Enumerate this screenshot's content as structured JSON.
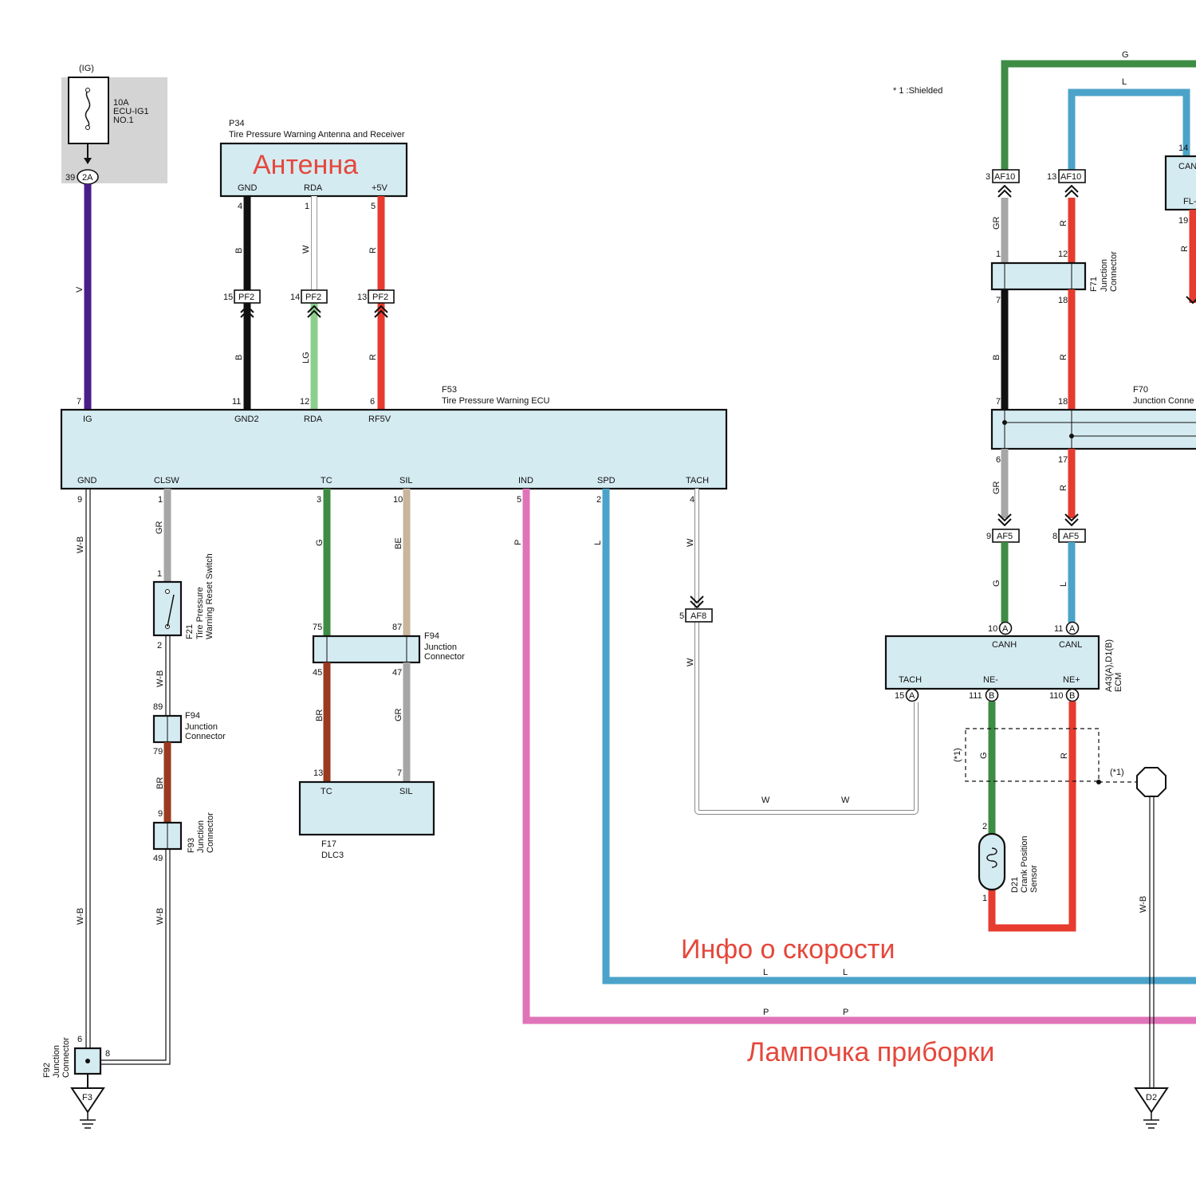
{
  "note": "* 1 :Shielded",
  "annotations": {
    "antenna": "Антенна",
    "speed_info": "Инфо о скорости",
    "dash_lamp": "Лампочка приборки"
  },
  "fuse": {
    "top": "(IG)",
    "amp": "10A",
    "name": "ECU-IG1",
    "num": "NO.1",
    "pin": "39",
    "conn": "2A"
  },
  "p34": {
    "id": "P34",
    "name": "Tire Pressure Warning Antenna and Receiver",
    "pins": [
      "GND",
      "RDA",
      "+5V"
    ],
    "pin_nums": [
      "4",
      "1",
      "5"
    ]
  },
  "pf2": {
    "label": "PF2",
    "nums": [
      "15",
      "14",
      "13"
    ]
  },
  "f53": {
    "id": "F53",
    "name": "Tire Pressure Warning ECU",
    "top_pins": [
      "IG",
      "GND2",
      "RDA",
      "RF5V"
    ],
    "top_nums": [
      "7",
      "11",
      "12",
      "6"
    ],
    "bottom_pins": [
      "GND",
      "CLSW",
      "TC",
      "SIL",
      "IND",
      "SPD",
      "TACH"
    ],
    "bottom_nums": [
      "9",
      "1",
      "3",
      "10",
      "5",
      "2",
      "4"
    ]
  },
  "f21": {
    "id": "F21",
    "name1": "Tire Pressure",
    "name2": "Warning Reset Switch",
    "pin1": "1",
    "pin2": "2"
  },
  "f94a": {
    "id": "F94",
    "name1": "Junction",
    "name2": "Connector",
    "top": "89",
    "bottom": "79"
  },
  "f93": {
    "id": "F93",
    "name1": "Junction",
    "name2": "Connector",
    "top": "9",
    "bottom": "49"
  },
  "f92": {
    "id": "F92",
    "name1": "Junction",
    "name2": "Connector",
    "top": "6",
    "right": "8"
  },
  "ground1": "F3",
  "ground2": "D2",
  "f94b": {
    "id": "F94",
    "name1": "Junction",
    "name2": "Connector",
    "nums": [
      "75",
      "87",
      "45",
      "47"
    ]
  },
  "f17": {
    "id": "F17",
    "name": "DLC3",
    "pins": [
      "TC",
      "SIL"
    ],
    "nums": [
      "13",
      "7"
    ]
  },
  "af8": {
    "label": "AF8",
    "num": "5"
  },
  "af10": {
    "label": "AF10",
    "nums": [
      "3",
      "13"
    ]
  },
  "f71": {
    "id": "F71",
    "name1": "Junction",
    "name2": "Connector",
    "nums": [
      "1",
      "12",
      "7",
      "18"
    ]
  },
  "f70": {
    "id": "F70",
    "name": "Junction Conne",
    "nums": [
      "7",
      "18",
      "6",
      "17"
    ]
  },
  "af5": {
    "label": "AF5",
    "nums": [
      "9",
      "8"
    ]
  },
  "ecm": {
    "id": "A43(A),D1(B)",
    "name": "ECM",
    "pins": [
      "CANH",
      "CANL",
      "TACH",
      "NE-",
      "NE+"
    ],
    "nums": [
      "10",
      "11",
      "15",
      "111",
      "110"
    ],
    "conns": [
      "A",
      "A",
      "A",
      "B",
      "B"
    ]
  },
  "d21": {
    "id": "D21",
    "name1": "Crank Position",
    "name2": "Sensor",
    "nums": [
      "2",
      "1"
    ]
  },
  "shield": "(*1)",
  "right_box": {
    "label1": "CAN",
    "label2": "FL-",
    "nums": [
      "14",
      "19"
    ]
  },
  "wires": {
    "V": "V",
    "B": "B",
    "W": "W",
    "R": "R",
    "LG": "LG",
    "GR": "GR",
    "G": "G",
    "BE": "BE",
    "P": "P",
    "L": "L",
    "WB": "W-B",
    "BR": "BR"
  },
  "colors": {
    "violet": "#4a1e8a",
    "black": "#111111",
    "red": "#e63b2e",
    "lightgreen": "#8ccf8c",
    "grey": "#a6a6a6",
    "green": "#3f8c44",
    "beige": "#c9b49d",
    "pink": "#e074b8",
    "blue": "#4ba3c9",
    "brown": "#9a3a20",
    "box": "#d5ebf2",
    "annotation": "#e5473b"
  }
}
